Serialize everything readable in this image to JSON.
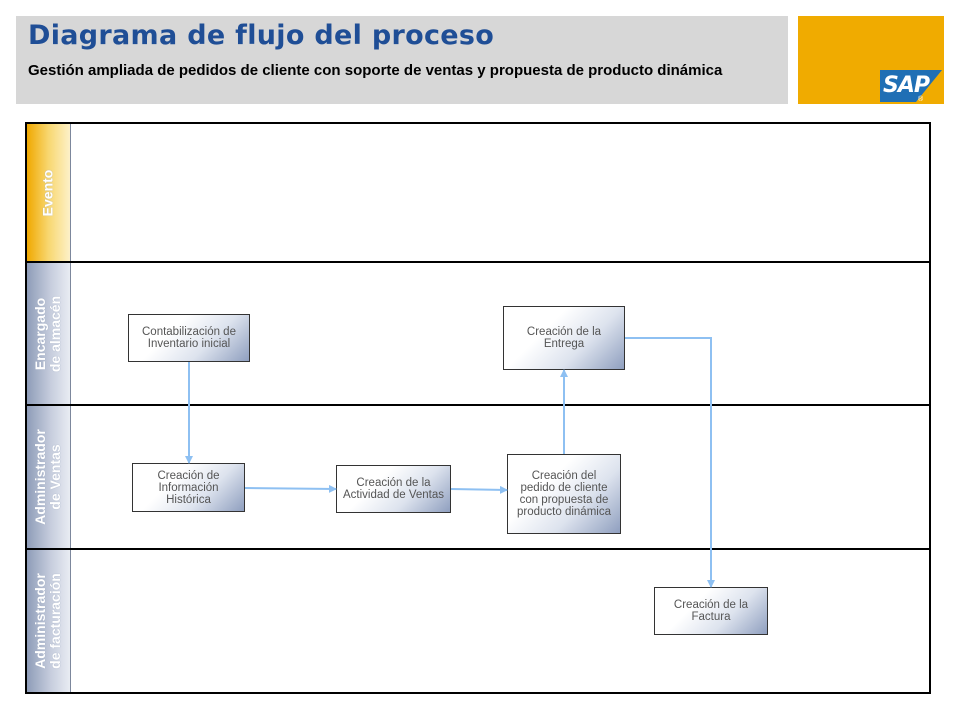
{
  "header": {
    "title": "Diagrama de flujo del proceso",
    "subtitle": "Gestión ampliada de pedidos de cliente con soporte de ventas y propuesta de producto dinámica"
  },
  "logo": {
    "text": "SAP",
    "mark": "®"
  },
  "lanes": {
    "evento": "Evento",
    "almacen": "Encargado\nde almacén",
    "ventas": "Administrador\nde Ventas",
    "facturacion": "Administrador\nde facturación"
  },
  "nodes": {
    "inventario": "Contabilización de Inventario inicial",
    "entrega": "Creación de la Entrega",
    "historica": "Creación de Información Histórica",
    "actividad": "Creación de la Actividad de Ventas",
    "pedido": "Creación del pedido de cliente con propuesta de producto dinámica",
    "factura": "Creación de la Factura"
  },
  "colors": {
    "title": "#1f4e96",
    "header_bg": "#d7d7d7",
    "sap_gold": "#f0ab00",
    "sap_blue": "#1f6fb5",
    "connector": "#8ec0f2"
  }
}
